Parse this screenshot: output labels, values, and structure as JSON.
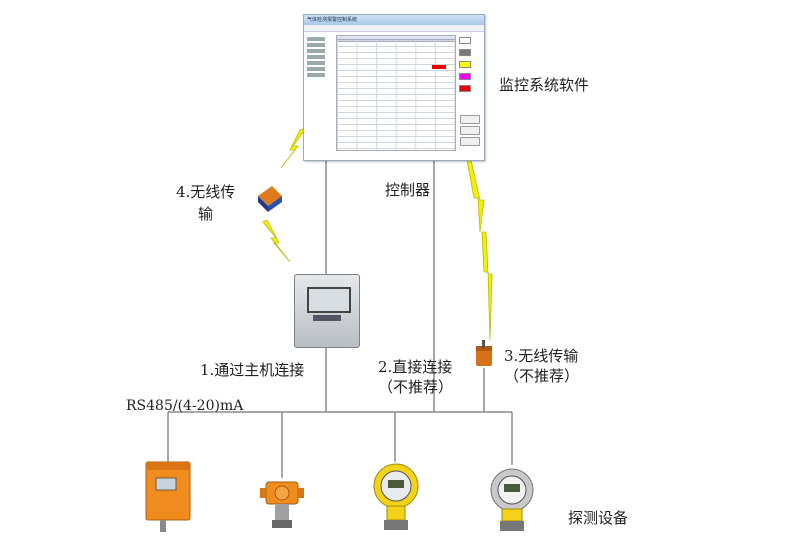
{
  "labels": {
    "software": "监控系统软件",
    "controller": "控制器",
    "wireless4_line1": "4.无线传",
    "wireless4_line2": "输",
    "via_host": "1.通过主机连接",
    "direct_line1": "2.直接连接",
    "direct_line2": "（不推荐）",
    "wireless3_line1": "3.无线传输",
    "wireless3_line2": "（不推荐）",
    "bus": "RS485/(4-20)mA",
    "detectors": "探测设备"
  },
  "colors": {
    "wire": "#8a8a8a",
    "bolt": "#f2f200",
    "bolt_stroke": "#b8b800",
    "detector_orange": "#f08c1e",
    "detector_yellow": "#f3d21a",
    "detector_grey": "#c9c9c9"
  },
  "software_window": {
    "title": "气体检测报警控制系统"
  },
  "icons": [
    "lightning-icon",
    "wireless-module-icon",
    "controller-icon",
    "detector-icon"
  ]
}
